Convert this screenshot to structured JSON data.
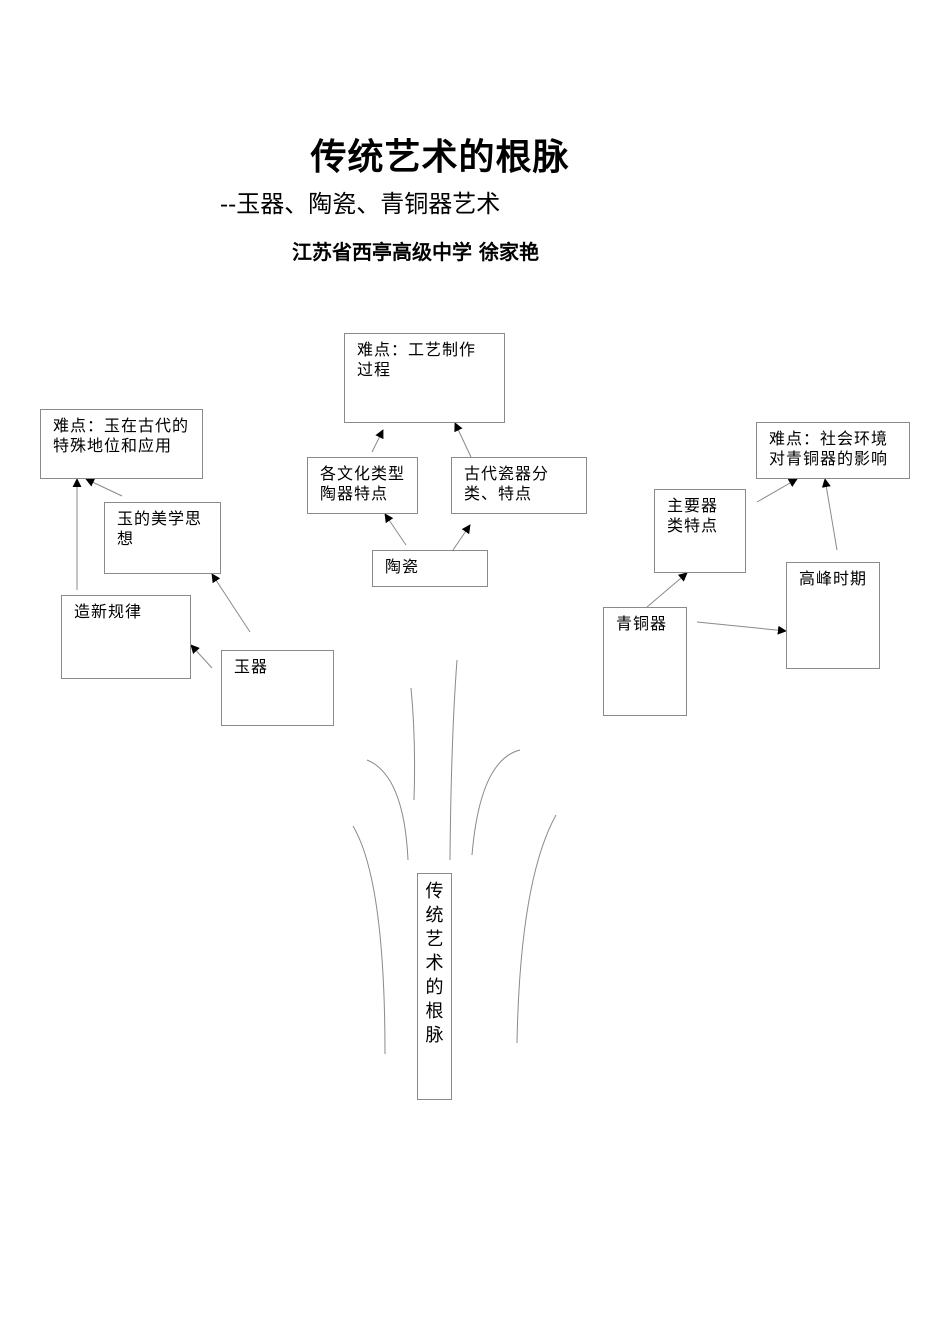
{
  "header": {
    "title": "传统艺术的根脉",
    "subtitle": "--玉器、陶瓷、青铜器艺术",
    "author": "江苏省西亭高级中学  徐家艳"
  },
  "diagram": {
    "trunk": [
      "传",
      "统",
      "艺",
      "术",
      "的",
      "根",
      "脉"
    ],
    "jade": {
      "root": "玉器",
      "difficulty": "难点：玉在古代的特殊地位和应用",
      "aesthetic": "玉的美学思想",
      "pattern": "造新规律"
    },
    "ceramics": {
      "root": "陶瓷",
      "difficulty": "难点：工艺制作过程",
      "types": "各文化类型陶器特点",
      "classification": "古代瓷器分类、特点"
    },
    "bronze": {
      "root": "青铜器",
      "difficulty": "难点：社会环境对青铜器的影响",
      "features": "主要器类特点",
      "peak": "高峰时期"
    }
  }
}
